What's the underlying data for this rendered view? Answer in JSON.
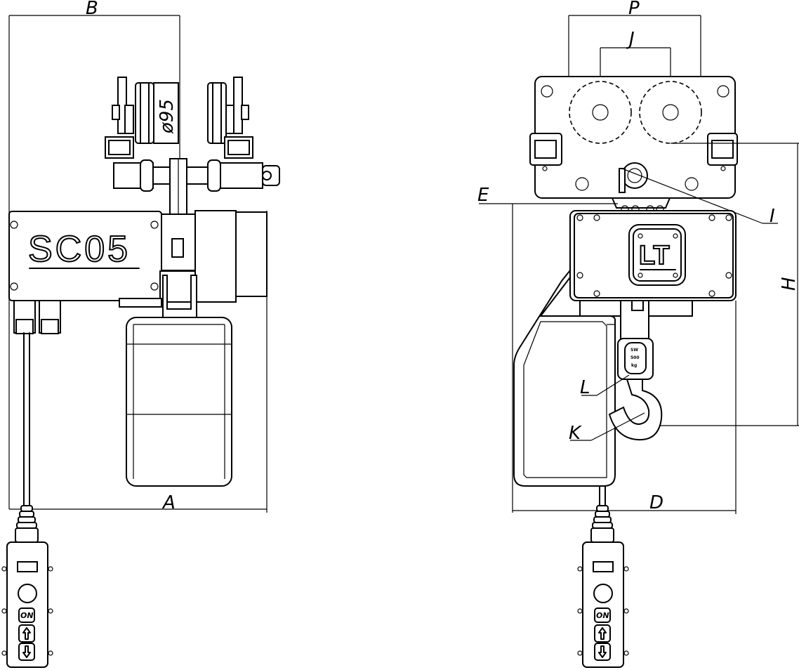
{
  "dimension_labels": {
    "a": "A",
    "b": "B",
    "d": "D",
    "e": "E",
    "h": "H",
    "i": "I",
    "j": "J",
    "k": "K",
    "l": "L",
    "p": "P"
  },
  "wheel_diameter": "ø95",
  "model_plate": "SC05",
  "logo": "LT",
  "capacity_tag": [
    "SW",
    "500",
    "kg"
  ],
  "pendant": {
    "on_label": "ON"
  }
}
